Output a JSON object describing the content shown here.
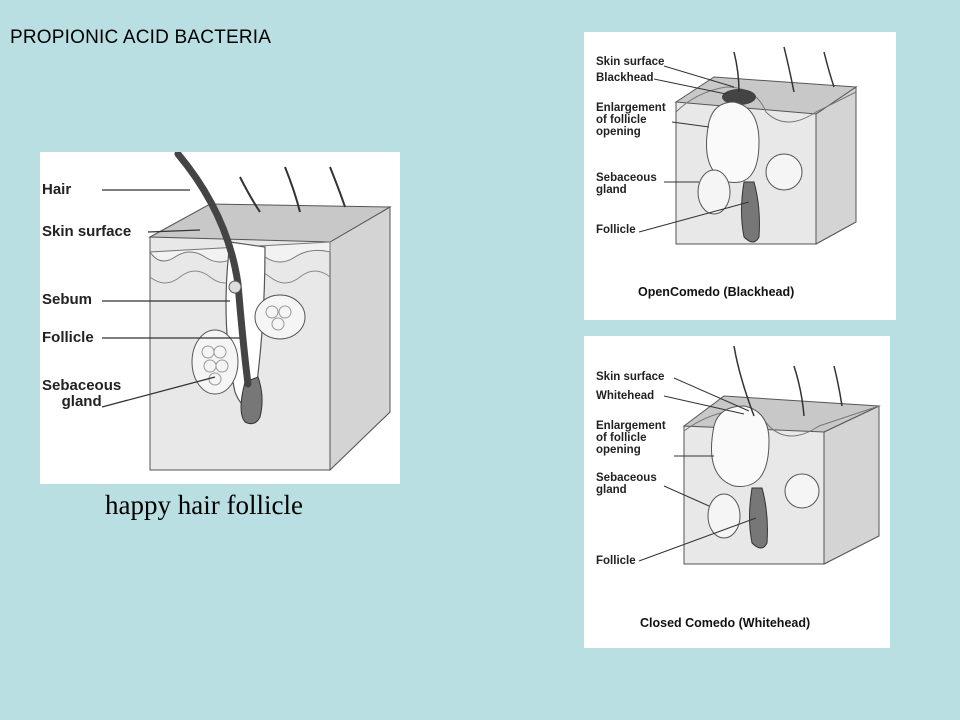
{
  "slide": {
    "title": "PROPIONIC ACID BACTERIA"
  },
  "hair_follicle": {
    "labels": [
      "Hair",
      "Skin surface",
      "Sebum",
      "Follicle",
      "Sebaceous\ngland"
    ],
    "caption": "happy hair follicle"
  },
  "open_comedo": {
    "labels": [
      "Skin surface",
      "Blackhead",
      "Enlargement\nof follicle\nopening",
      "Sebaceous\ngland",
      "Follicle"
    ],
    "caption": "OpenComedo (Blackhead)"
  },
  "closed_comedo": {
    "labels": [
      "Skin surface",
      "Whitehead",
      "Enlargement\nof follicle\nopening",
      "Sebaceous\ngland",
      "Follicle"
    ],
    "caption": "Closed Comedo (Whitehead)"
  },
  "colors": {
    "background": "#b9dfe2",
    "panel": "#ffffff",
    "tissue": "#e6e6e6",
    "line": "#333333"
  }
}
